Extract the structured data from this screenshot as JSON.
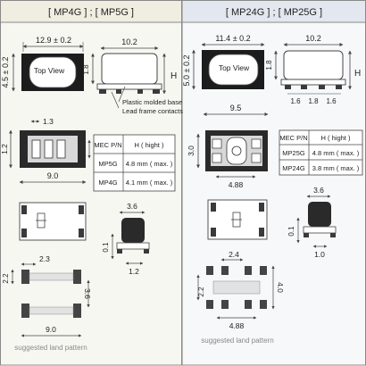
{
  "colors": {
    "left_header_bg": "#efeee0",
    "right_header_bg": "#e3e7ef",
    "left_body_bg": "#f7f7f2",
    "right_body_bg": "#f7f8fa",
    "line": "#444444",
    "pad": "#3a3a3a",
    "text": "#222222",
    "caption": "#888888"
  },
  "left": {
    "header": "[ MP4G ]  ;  [ MP5G ]",
    "top_view": "Top View",
    "dim_width": "12.9 ± 0.2",
    "dim_height": "4.5 ± 0.2",
    "side_width": "10.2",
    "side_lead": "1.8",
    "side_h": "H",
    "plastic_note": "Plastic molded base",
    "lead_note": "Lead frame contacts",
    "bottom_pitch": "1.3",
    "bottom_height": "1.2",
    "bottom_width": "9.0",
    "table": {
      "header": [
        "MEC P/N",
        "H ( hight )"
      ],
      "rows": [
        [
          "MP5G",
          "4.8 mm ( max. )"
        ],
        [
          "MP4G",
          "4.1 mm ( max. )"
        ]
      ]
    },
    "end_width": "3.6",
    "end_lead": "0.1",
    "end_pad": "1.2",
    "land_pad_w": "2.3",
    "land_pad_h": "2.2",
    "land_gap": "3.6",
    "land_width": "9.0",
    "caption": "suggested land pattern"
  },
  "right": {
    "header": "[ MP24G ]  ;  [ MP25G ]",
    "top_view": "Top View",
    "dim_width": "11.4 ± 0.2",
    "dim_height": "5.0 ± 0.2",
    "side_width": "10.2",
    "side_lead": "1.8",
    "side_h": "H",
    "lead_pitch": [
      "1.6",
      "1.8",
      "1.6"
    ],
    "bottom_width": "9.5",
    "bottom_height": "3.0",
    "bottom_inner": "4.88",
    "table": {
      "header": [
        "MEC P/N",
        "H ( hight )"
      ],
      "rows": [
        [
          "MP25G",
          "4.8 mm ( max. )"
        ],
        [
          "MP24G",
          "3.8 mm ( max. )"
        ]
      ]
    },
    "end_width": "3.6",
    "end_lead": "0.1",
    "end_pad": "1.0",
    "land_pad_w": "2.4",
    "land_pad_h": "2.2",
    "land_gap": "4.0",
    "land_width": "4.88",
    "caption": "suggested land pattern"
  }
}
